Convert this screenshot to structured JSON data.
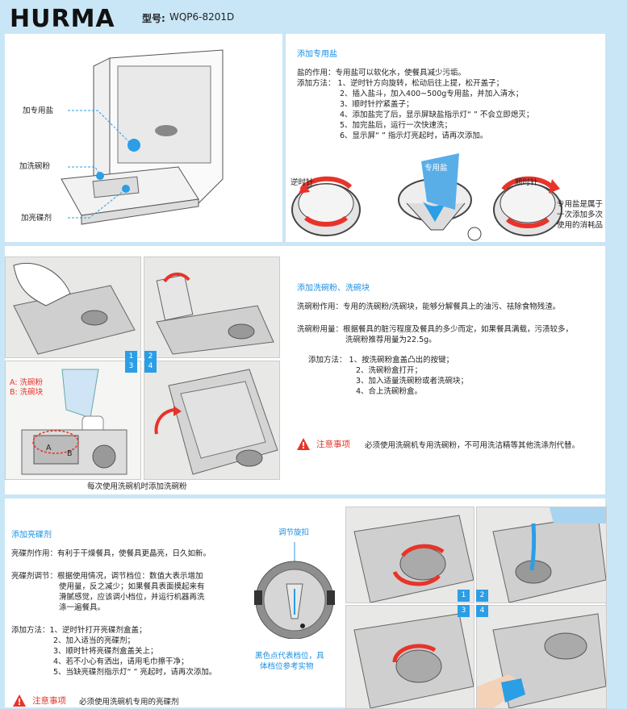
{
  "header": {
    "brand": "HURMA",
    "model_label": "型号:",
    "model_value": "WQP6-8201D"
  },
  "section1": {
    "labels": {
      "salt": "加专用盐",
      "detergent": "加洗碗粉",
      "rinse": "加亮碟剂"
    },
    "title": "添加专用盐",
    "lines": [
      "盐的作用：专用盐可以软化水，使餐具减少污垢。",
      "添加方法：  1、逆时针方向旋转，松动后往上提，松开盖子；",
      "2、插入盐斗，加入400~500g专用盐，并加入清水；",
      "3、顺时针拧紧盖子；",
      "4、添加盐完了后，显示屏缺盐指示灯“ ” 不会立即熄灭；",
      "5、加完盐后，运行一次快速洗；",
      "6、显示屏“ ” 指示灯亮起时，请再次添加。"
    ],
    "ccw": "逆时针",
    "salt_tag": "专用盐",
    "cw": "顺时针",
    "note": [
      "专用盐是属于",
      "一次添加多次",
      "使用的消耗品"
    ]
  },
  "section2": {
    "nums": [
      "1",
      "2",
      "3",
      "4"
    ],
    "ab": [
      "A: 洗碗粉",
      "B: 洗碗块"
    ],
    "letter_a": "A",
    "letter_b": "B",
    "caption": "每次使用洗碗机时添加洗碗粉",
    "title": "添加洗碗粉、洗碗块",
    "effect": "洗碗粉作用：专用的洗碗粉/洗碗块，能够分解餐具上的油污、祛除食物残渣。",
    "dose1": "洗碗粉用量：根据餐具的脏污程度及餐具的多少而定，如果餐具满载，污渍较多，",
    "dose2": "洗碗粉推荐用量为22.5g。",
    "method": [
      "添加方法：  1、按洗碗粉盒盖凸出的按键；",
      "2、洗碗粉盒打开；",
      "3、加入适量洗碗粉或者洗碗块；",
      "4、合上洗碗粉盒。"
    ],
    "warn_title": "注意事项",
    "warn_text": "必须使用洗碗机专用洗碗粉，不可用洗洁精等其他洗涤剂代替。"
  },
  "section3": {
    "title": "添加亮碟剂",
    "effect": "亮碟剂作用：有利于干燥餐具，使餐具更晶亮，日久如新。",
    "adjust": [
      "亮碟剂调节：根据使用情况，调节档位：数值大表示增加",
      "使用量，反之减少；如果餐具表面摸起来有",
      "滑腻感觉，应该调小档位，并运行机器再洗",
      "涤一遍餐具。"
    ],
    "method": [
      "添加方法：1、逆时针打开亮碟剂盒盖；",
      "2、加入适当的亮碟剂；",
      "3、顺时针将亮碟剂盒盖关上；",
      "4、若不小心有洒出，请用毛巾擦干净；",
      "5、当缺亮碟剂指示灯“ ” 亮起时，请再次添加。"
    ],
    "knob_label": "调节旋扣",
    "dot_note": [
      "黑色点代表档位，具",
      "体档位参考实物"
    ],
    "nums": [
      "1",
      "2",
      "3",
      "4"
    ],
    "warn_title": "注意事项",
    "warn_text": "必须使用洗碗机专用的亮碟剂"
  }
}
